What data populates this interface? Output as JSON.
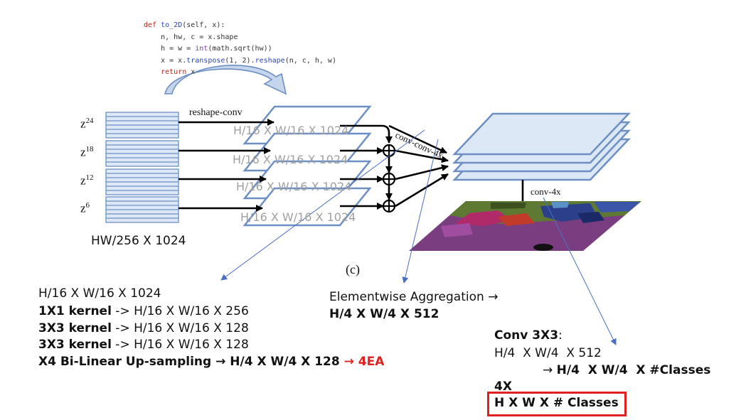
{
  "code": {
    "line1_kw": "def",
    "line1_fn": "to_2D",
    "line1_rest": "(self, x):",
    "line2": "n, hw, c = x.shape",
    "line3_a": "h = w = ",
    "line3_int": "int",
    "line3_b": "(math.sqrt(hw))",
    "line4_a": "x = x.",
    "line4_tr": "transpose",
    "line4_b": "(1, 2).",
    "line4_rs": "reshape",
    "line4_c": "(n, c, h, w)",
    "line5_kw": "return",
    "line5_rest": " x"
  },
  "inputs": {
    "z_base": "z",
    "sup24": "24",
    "sup18": "18",
    "sup12": "12",
    "sup6": "6",
    "dim_label": "HW/256 X 1024"
  },
  "labels": {
    "reshape_conv": "reshape-conv",
    "conv_conv_4x": "conv-conv-4x",
    "conv_4x": "conv-4x",
    "panel": "(c)",
    "plane1": "H/16 X W/16 X 1024",
    "plane2": "H/16 X W/16 X 1024",
    "plane3": "H/16 X W/16 X 1024",
    "plane4": "H/16 X W/16 X 1024"
  },
  "notes_left": {
    "line1": "H/16 X W/16 X 1024",
    "line2_b": "1X1 kernel",
    "line2_r": " -> H/16 X W/16 X 256",
    "line3_b": "3X3 kernel",
    "line3_r": " -> H/16 X W/16 X 128",
    "line4_b": "3X3 kernel",
    "line4_r": " -> H/16 X W/16 X 128",
    "line5_b": "X4 Bi-Linear Up-sampling → H/4 X W/4 X 128 ",
    "line5_red": "→ 4EA"
  },
  "notes_mid": {
    "line1": "Elementwise Aggregation →",
    "line2": "H/4 X W/4 X 512"
  },
  "notes_right": {
    "line1_b": "Conv 3X3",
    "line1_r": ":",
    "line2": "H/4  X W/4  X 512",
    "line3_arrow": "→ ",
    "line3_b": "H/4  X W/4  X #Classes",
    "line4": "4X",
    "line5": "H X W X # Classes"
  },
  "colors": {
    "plane_stroke": "#6d8fc3",
    "plane_fill": "#ffffff",
    "stack_fill": "#dce8f6",
    "accent_red": "#e02020",
    "arrow_blue": "#4a6fbf"
  }
}
